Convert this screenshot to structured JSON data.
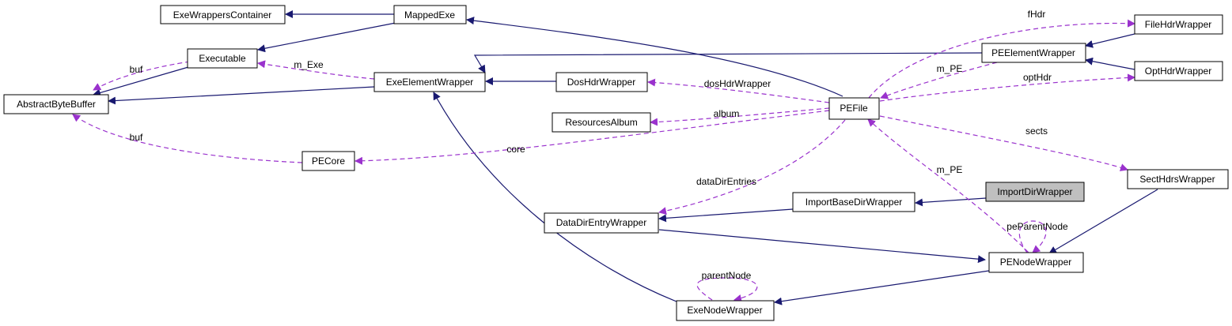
{
  "colors": {
    "inheritance": "#191970",
    "usage": "#9a32cd",
    "highlight_fill": "#bfbfbf"
  },
  "nodes": {
    "exeWrappersContainer": "ExeWrappersContainer",
    "mappedExe": "MappedExe",
    "executable": "Executable",
    "abstractByteBuffer": "AbstractByteBuffer",
    "exeElementWrapper": "ExeElementWrapper",
    "dosHdrWrapper": "DosHdrWrapper",
    "resourcesAlbum": "ResourcesAlbum",
    "peCore": "PECore",
    "peFile": "PEFile",
    "peElementWrapper": "PEElementWrapper",
    "fileHdrWrapper": "FileHdrWrapper",
    "optHdrWrapper": "OptHdrWrapper",
    "sectHdrsWrapper": "SectHdrsWrapper",
    "importDirWrapper": "ImportDirWrapper",
    "importBaseDirWrapper": "ImportBaseDirWrapper",
    "dataDirEntryWrapper": "DataDirEntryWrapper",
    "peNodeWrapper": "PENodeWrapper",
    "exeNodeWrapper": "ExeNodeWrapper"
  },
  "edge_labels": {
    "buf_exe": "buf",
    "m_exe": "m_Exe",
    "buf_core": "buf",
    "core": "core",
    "dosHdrWrapper": "dosHdrWrapper",
    "album": "album",
    "fHdr": "fHdr",
    "m_pe_elem": "m_PE",
    "optHdr": "optHdr",
    "sects": "sects",
    "dataDirEntries": "dataDirEntries",
    "m_pe_node": "m_PE",
    "peParentNode": "peParentNode",
    "parentNode": "parentNode"
  }
}
